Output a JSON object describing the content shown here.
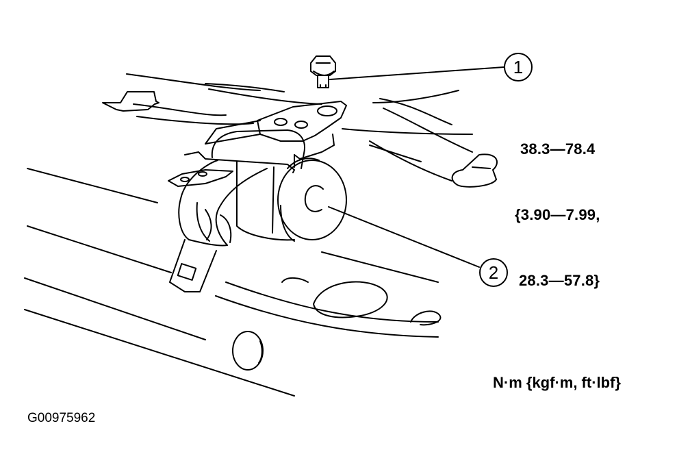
{
  "callouts": [
    {
      "number": "1",
      "part": "bolt"
    },
    {
      "number": "2",
      "part": "retractor"
    }
  ],
  "torque_spec": {
    "line1": "38.3—78.4",
    "line2": "{3.90—7.99,",
    "line3": "28.3—57.8}"
  },
  "units_label": "N·m {kgf·m, ft·lbf}",
  "figure_id": "G00975962",
  "colors": {
    "line": "#000000",
    "background": "#ffffff"
  }
}
